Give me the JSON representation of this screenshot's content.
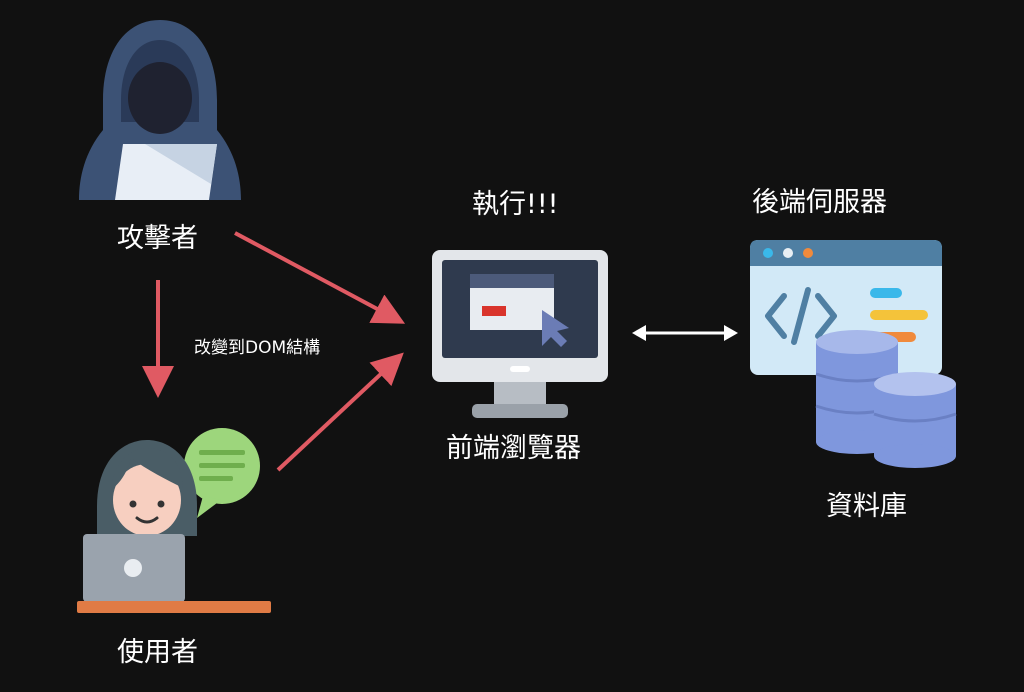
{
  "nodes": {
    "attacker": "攻擊者",
    "user": "使用者",
    "browser": "前端瀏覽器",
    "server": "後端伺服器",
    "database": "資料庫"
  },
  "annotations": {
    "execute": "執行!!!",
    "dom_change": "改變到DOM結構"
  },
  "colors": {
    "background": "#111111",
    "attack_arrow": "#e05a63",
    "link_arrow": "#ffffff"
  }
}
